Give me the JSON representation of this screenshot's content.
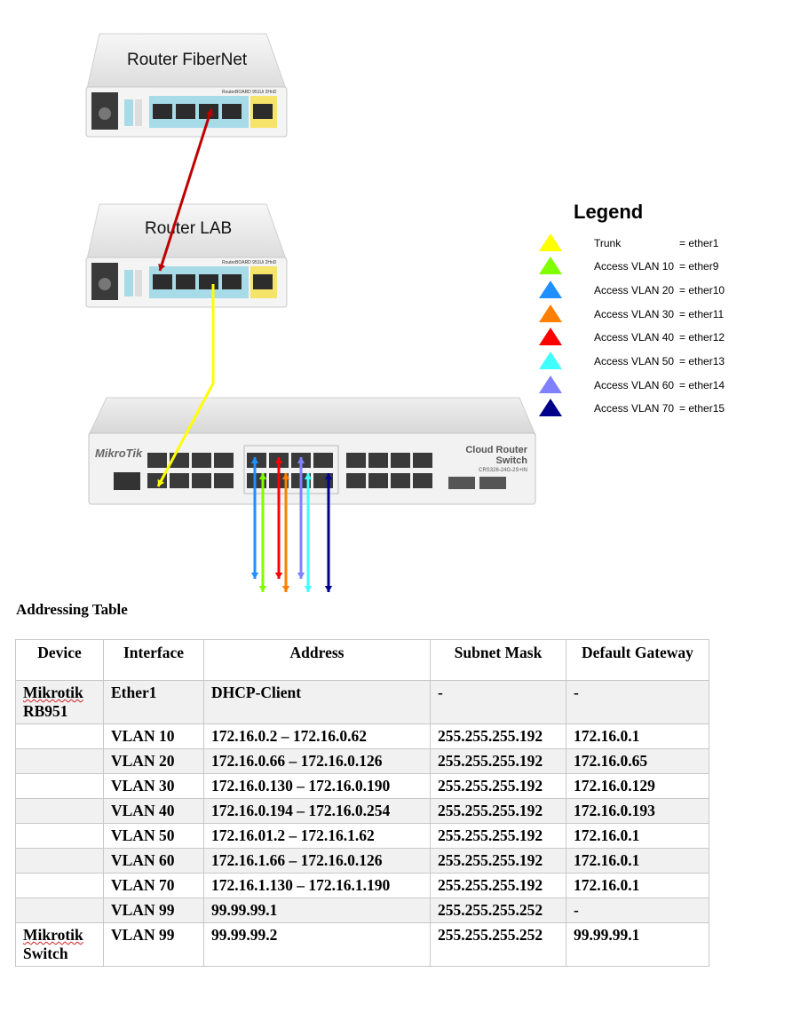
{
  "devices": {
    "router_fibernet": {
      "label": "Router FiberNet",
      "model": "RouterBOARD 951Ui 2HnD"
    },
    "router_lab": {
      "label": "Router LAB",
      "model": "RouterBOARD 951Ui 2HnD"
    },
    "switch": {
      "brand": "MikroTik",
      "name_line1": "Cloud Router",
      "name_line2": "Switch",
      "model": "CRS326-24G-2S+IN"
    }
  },
  "legend": {
    "title": "Legend",
    "items": [
      {
        "label": "Trunk",
        "port": "= ether1",
        "color": "#ffff00"
      },
      {
        "label": "Access VLAN 10",
        "port": "= ether9",
        "color": "#80ff00"
      },
      {
        "label": "Access VLAN 20",
        "port": "= ether10",
        "color": "#1e90ff"
      },
      {
        "label": "Access VLAN 30",
        "port": "= ether11",
        "color": "#ff7f00"
      },
      {
        "label": "Access VLAN 40",
        "port": "= ether12",
        "color": "#ff0000"
      },
      {
        "label": "Access VLAN 50",
        "port": "= ether13",
        "color": "#40ffff"
      },
      {
        "label": "Access VLAN 60",
        "port": "= ether14",
        "color": "#8080ff"
      },
      {
        "label": "Access VLAN 70",
        "port": "= ether15",
        "color": "#00008b"
      }
    ]
  },
  "links": {
    "fibernet_to_lab_color": "#c00000",
    "lab_to_switch_color": "#ffff00"
  },
  "addressing_table": {
    "title": "Addressing Table",
    "headers": [
      "Device",
      "Interface",
      "Address",
      "Subnet Mask",
      "Default Gateway"
    ],
    "rows": [
      [
        "Mikrotik RB951",
        "Ether1",
        "DHCP-Client",
        "-",
        "-"
      ],
      [
        "",
        "VLAN 10",
        "172.16.0.2 – 172.16.0.62",
        "255.255.255.192",
        "172.16.0.1"
      ],
      [
        "",
        "VLAN 20",
        "172.16.0.66 – 172.16.0.126",
        "255.255.255.192",
        "172.16.0.65"
      ],
      [
        "",
        "VLAN 30",
        "172.16.0.130 – 172.16.0.190",
        "255.255.255.192",
        "172.16.0.129"
      ],
      [
        "",
        "VLAN 40",
        "172.16.0.194 – 172.16.0.254",
        "255.255.255.192",
        "172.16.0.193"
      ],
      [
        "",
        "VLAN 50",
        "172.16.01.2 – 172.16.1.62",
        "255.255.255.192",
        "172.16.0.1"
      ],
      [
        "",
        "VLAN 60",
        "172.16.1.66 – 172.16.0.126",
        "255.255.255.192",
        "172.16.0.1"
      ],
      [
        "",
        "VLAN 70",
        "172.16.1.130 – 172.16.1.190",
        "255.255.255.192",
        "172.16.0.1"
      ],
      [
        "",
        "VLAN 99",
        "99.99.99.1",
        "255.255.255.252",
        "-"
      ],
      [
        "Mikrotik Switch",
        "VLAN 99",
        "99.99.99.2",
        "255.255.255.252",
        "99.99.99.1"
      ]
    ]
  }
}
